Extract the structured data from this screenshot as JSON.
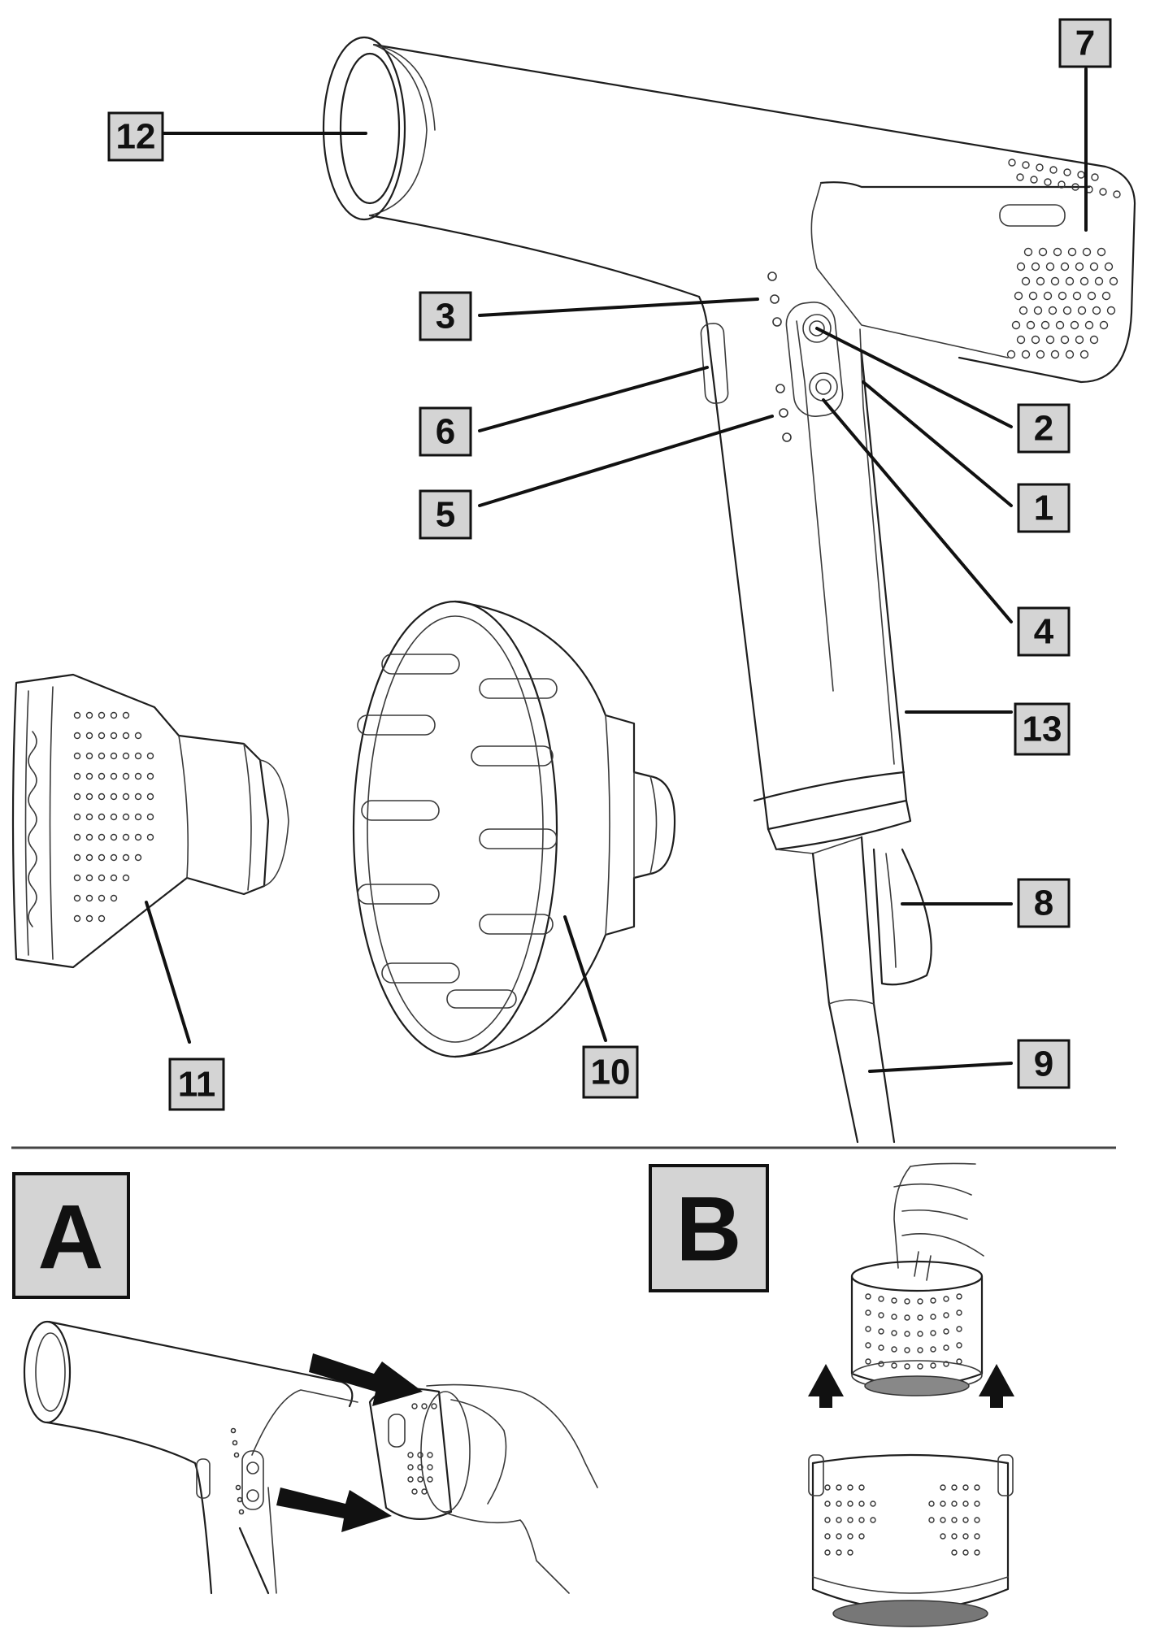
{
  "callouts": {
    "c1": "1",
    "c2": "2",
    "c3": "3",
    "c4": "4",
    "c5": "5",
    "c6": "6",
    "c7": "7",
    "c8": "8",
    "c9": "9",
    "c10": "10",
    "c11": "11",
    "c12": "12",
    "c13": "13"
  },
  "panels": {
    "a": "A",
    "b": "B"
  }
}
